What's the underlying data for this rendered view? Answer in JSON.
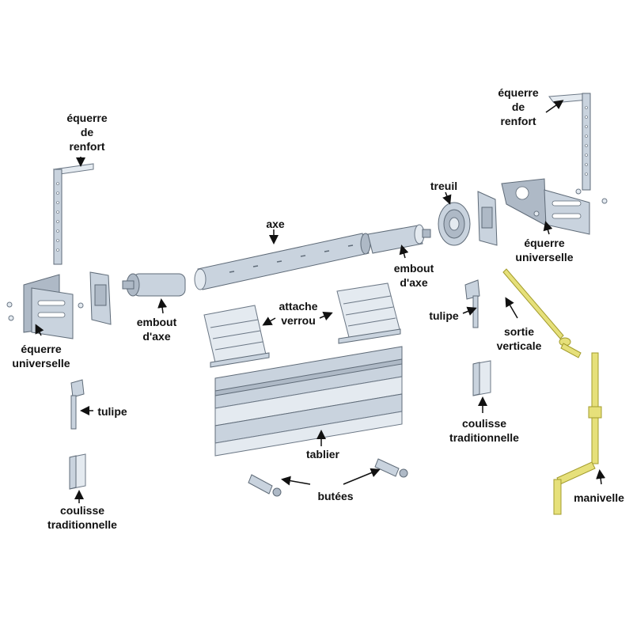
{
  "labels": {
    "equerre_renfort_left": [
      "équerre",
      "de",
      "renfort"
    ],
    "equerre_renfort_right": [
      "équerre",
      "de",
      "renfort"
    ],
    "equerre_universelle_left": [
      "équerre",
      "universelle"
    ],
    "equerre_universelle_right": [
      "équerre",
      "universelle"
    ],
    "embout_axe_left": [
      "embout",
      "d'axe"
    ],
    "embout_axe_right": [
      "embout",
      "d'axe"
    ],
    "axe": "axe",
    "treuil": "treuil",
    "attache_verrou": [
      "attache",
      "verrou"
    ],
    "tulipe_left": "tulipe",
    "tulipe_right": "tulipe",
    "sortie_verticale": [
      "sortie",
      "verticale"
    ],
    "coulisse_left": [
      "coulisse",
      "traditionnelle"
    ],
    "coulisse_right": [
      "coulisse",
      "traditionnelle"
    ],
    "tablier": "tablier",
    "butees": "butées",
    "manivelle": "manivelle"
  },
  "colors": {
    "metal": "#c9d3de",
    "crank": "#e6e07a",
    "text": "#111111"
  }
}
